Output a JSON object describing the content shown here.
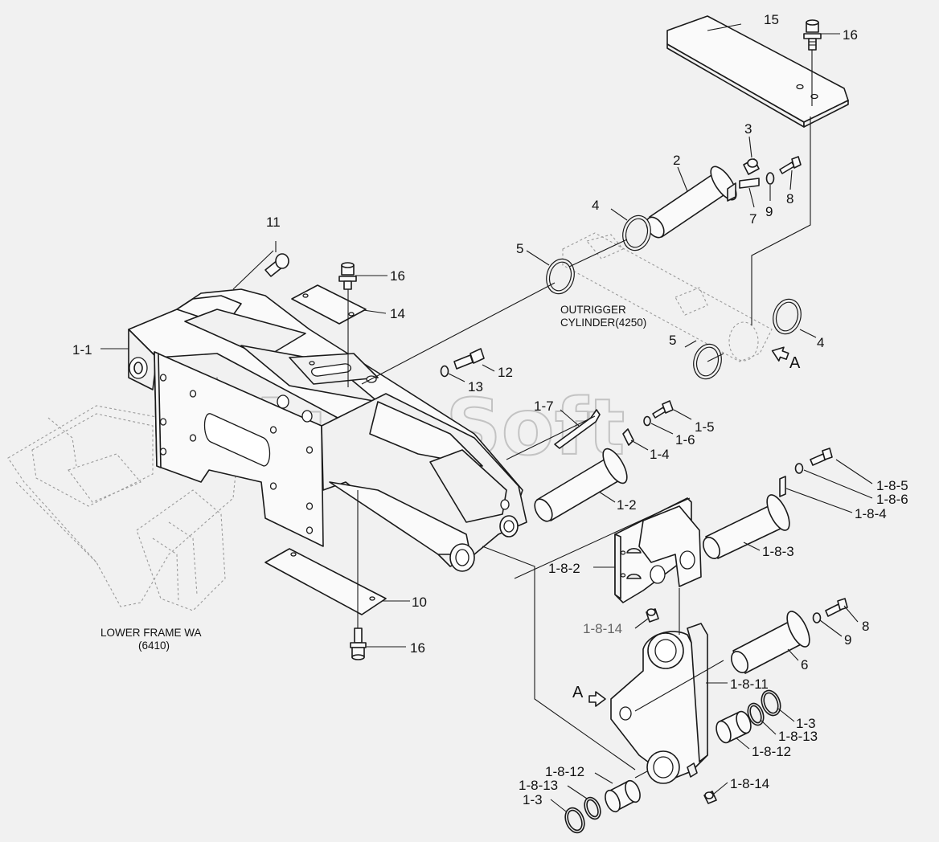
{
  "watermark": "AutoSoft",
  "notes": {
    "lower_frame_line1": "LOWER FRAME WA",
    "lower_frame_line2": "(6410)",
    "outrigger_line1": "OUTRIGGER",
    "outrigger_line2": "CYLINDER(4250)",
    "view_a_upper": "A",
    "view_a_lower": "A"
  },
  "callouts": [
    {
      "id": "c-15",
      "text": "15"
    },
    {
      "id": "c-16-top",
      "text": "16"
    },
    {
      "id": "c-3-top",
      "text": "3"
    },
    {
      "id": "c-2",
      "text": "2"
    },
    {
      "id": "c-7",
      "text": "7"
    },
    {
      "id": "c-9-top",
      "text": "9"
    },
    {
      "id": "c-8-top",
      "text": "8"
    },
    {
      "id": "c-4-top",
      "text": "4"
    },
    {
      "id": "c-5-top",
      "text": "5"
    },
    {
      "id": "c-11",
      "text": "11"
    },
    {
      "id": "c-16-mid",
      "text": "16"
    },
    {
      "id": "c-14",
      "text": "14"
    },
    {
      "id": "c-1-1",
      "text": "1-1"
    },
    {
      "id": "c-12",
      "text": "12"
    },
    {
      "id": "c-13",
      "text": "13"
    },
    {
      "id": "c-1-7",
      "text": "1-7"
    },
    {
      "id": "c-5-right",
      "text": "5"
    },
    {
      "id": "c-4-right",
      "text": "4"
    },
    {
      "id": "c-1-5",
      "text": "1-5"
    },
    {
      "id": "c-1-6",
      "text": "1-6"
    },
    {
      "id": "c-1-4",
      "text": "1-4"
    },
    {
      "id": "c-1-8-5",
      "text": "1-8-5"
    },
    {
      "id": "c-1-8-6",
      "text": "1-8-6"
    },
    {
      "id": "c-1-8-4",
      "text": "1-8-4"
    },
    {
      "id": "c-1-2",
      "text": "1-2"
    },
    {
      "id": "c-1-8-3",
      "text": "1-8-3"
    },
    {
      "id": "c-1-8-2",
      "text": "1-8-2"
    },
    {
      "id": "c-10",
      "text": "10"
    },
    {
      "id": "c-1-8-14-top",
      "text": "1-8-14"
    },
    {
      "id": "c-8-bottom",
      "text": "8"
    },
    {
      "id": "c-9-bottom",
      "text": "9"
    },
    {
      "id": "c-16-bottom",
      "text": "16"
    },
    {
      "id": "c-6",
      "text": "6"
    },
    {
      "id": "c-1-8-11",
      "text": "1-8-11"
    },
    {
      "id": "c-1-3-right",
      "text": "1-3"
    },
    {
      "id": "c-1-8-13-right",
      "text": "1-8-13"
    },
    {
      "id": "c-1-8-12-right",
      "text": "1-8-12"
    },
    {
      "id": "c-1-8-12-left",
      "text": "1-8-12"
    },
    {
      "id": "c-1-8-13-left",
      "text": "1-8-13"
    },
    {
      "id": "c-1-3-left",
      "text": "1-3"
    },
    {
      "id": "c-1-8-14-bottom",
      "text": "1-8-14"
    }
  ]
}
